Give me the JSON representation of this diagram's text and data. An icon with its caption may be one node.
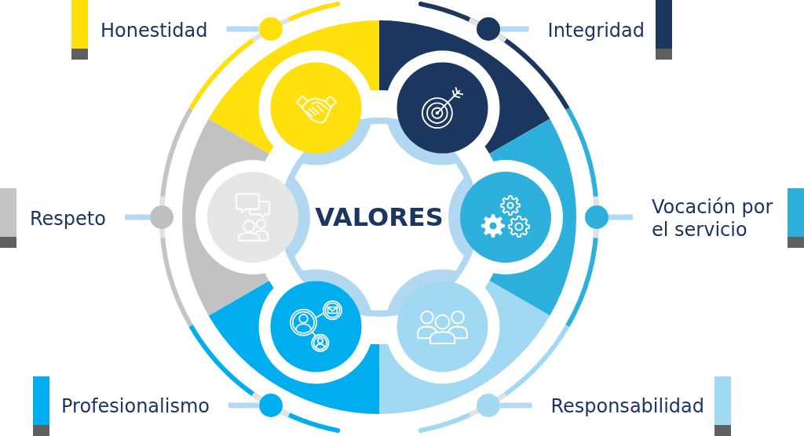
{
  "diagram": {
    "nodes": [
      {
        "text": [
          "Honestidad"
        ]
      },
      {
        "text": [
          "Integridad"
        ]
      },
      {
        "text": [
          "Respeto"
        ]
      },
      {
        "text": [
          "VALORES"
        ]
      },
      {
        "text": [
          "Vocación por el servicio"
        ]
      },
      {
        "text": [
          "Profesionalismo"
        ]
      },
      {
        "text": [
          "Responsabilidad"
        ]
      },
      {
        "text": [],
        "shape": "circle"
      },
      {
        "text": [],
        "shape": "circle"
      },
      {
        "text": [],
        "shape": "circle"
      },
      {
        "text": [],
        "shape": "circle"
      },
      {
        "text": [],
        "shape": "circle"
      },
      {
        "text": [],
        "shape": "circle"
      }
    ],
    "edges": [
      {
        "from": 0,
        "to": 7,
        "arrow": "none"
      },
      {
        "from": 1,
        "to": 8,
        "arrow": "none"
      },
      {
        "from": 2,
        "to": 9,
        "arrow": "none"
      },
      {
        "from": 4,
        "to": 10,
        "arrow": "none"
      },
      {
        "from": 5,
        "to": 11,
        "arrow": "none"
      },
      {
        "from": 6,
        "to": 12,
        "arrow": "none"
      }
    ]
  }
}
